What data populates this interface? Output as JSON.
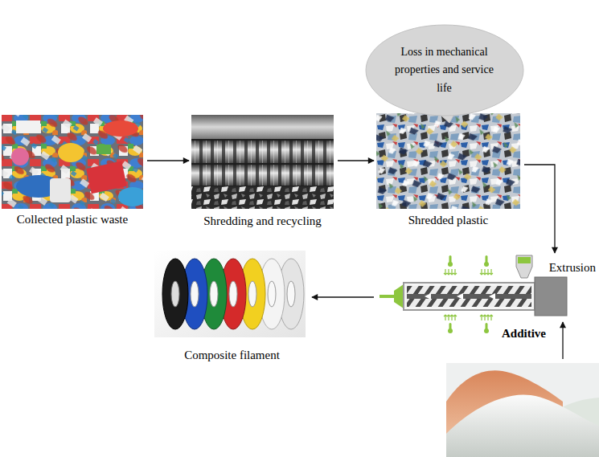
{
  "diagram": {
    "nodes": [
      {
        "text": [
          "Collected plastic waste"
        ]
      },
      {
        "text": [
          "Shredding and recycling"
        ]
      },
      {
        "text": [
          "Loss in mechanical properties and service life"
        ]
      },
      {
        "text": [
          "Shredded plastic"
        ]
      },
      {
        "text": [
          "Extrusion"
        ]
      },
      {
        "text": [
          "Additive"
        ]
      },
      {
        "text": [
          "Composite filament"
        ]
      }
    ],
    "edges": [
      {
        "from": 0,
        "to": 1,
        "arrow": "to"
      },
      {
        "from": 1,
        "to": 3,
        "arrow": "to"
      },
      {
        "from": 3,
        "to": 4,
        "arrow": "to"
      },
      {
        "from": 5,
        "to": 4,
        "arrow": "to"
      },
      {
        "from": 4,
        "to": 6,
        "arrow": "to"
      }
    ]
  }
}
